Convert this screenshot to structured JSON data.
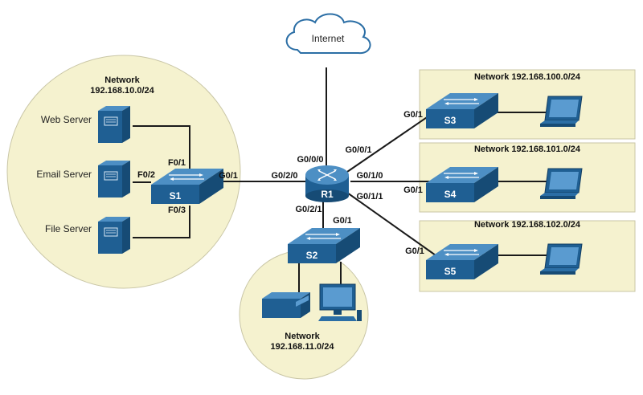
{
  "colors": {
    "zone_fill": "#f5f2cf",
    "zone_stroke": "#c9c6a6",
    "device_top": "#3b7fb6",
    "device_front": "#1f5f93",
    "device_side": "#164b75",
    "cable": "#1a1a1a"
  },
  "internet": {
    "label": "Internet",
    "icon": "cloud-icon"
  },
  "router": {
    "label": "R1",
    "icon": "router-icon"
  },
  "networks": {
    "lan10": {
      "label_line1": "Network",
      "label_line2": "192.168.10.0/24"
    },
    "lan11": {
      "label_line1": "Network",
      "label_line2": "192.168.11.0/24"
    },
    "lan100": {
      "label": "Network 192.168.100.0/24"
    },
    "lan101": {
      "label": "Network 192.168.101.0/24"
    },
    "lan102": {
      "label": "Network 192.168.102.0/24"
    }
  },
  "servers": [
    {
      "label": "Web Server",
      "icon": "server-icon"
    },
    {
      "label": "Email Server",
      "icon": "server-icon"
    },
    {
      "label": "File Server",
      "icon": "server-icon"
    }
  ],
  "switches": {
    "s1": {
      "label": "S1"
    },
    "s2": {
      "label": "S2"
    },
    "s3": {
      "label": "S3"
    },
    "s4": {
      "label": "S4"
    },
    "s5": {
      "label": "S5"
    }
  },
  "interfaces": {
    "r1_g000": "G0/0/0",
    "r1_g001": "G0/0/1",
    "r1_g020": "G0/2/0",
    "r1_g010": "G0/1/0",
    "r1_g011": "G0/1/1",
    "r1_g021": "G0/2/1",
    "s1_f01": "F0/1",
    "s1_f02": "F0/2",
    "s1_f03": "F0/3",
    "s1_g01": "G0/1",
    "s2_g01": "G0/1",
    "s3_g01": "G0/1",
    "s4_g01": "G0/1",
    "s5_g01": "G0/1"
  }
}
